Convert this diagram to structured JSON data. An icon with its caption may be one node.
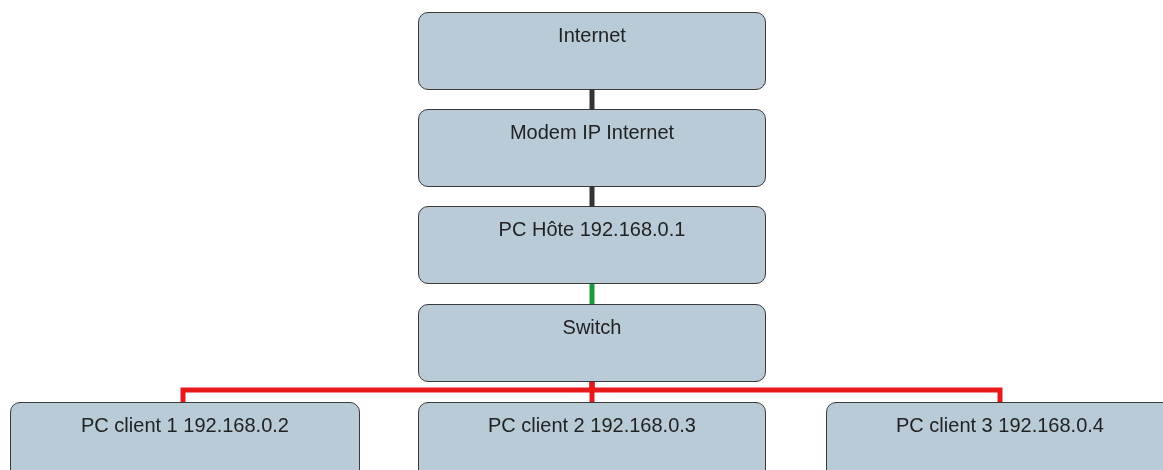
{
  "diagram": {
    "nodes": [
      {
        "text": [
          "Internet"
        ]
      },
      {
        "text": [
          "Modem IP Internet"
        ]
      },
      {
        "text": [
          "PC Hôte 192.168.0.1"
        ]
      },
      {
        "text": [
          "Switch"
        ]
      },
      {
        "text": [
          "PC client 1 192.168.0.2"
        ]
      },
      {
        "text": [
          "PC client 2 192.168.0.3"
        ]
      },
      {
        "text": [
          "PC client 3 192.168.0.4"
        ]
      }
    ],
    "edges": [
      {
        "from": 0,
        "to": 1,
        "arrow": "none",
        "color": "#333333"
      },
      {
        "from": 1,
        "to": 2,
        "arrow": "none",
        "color": "#333333"
      },
      {
        "from": 2,
        "to": 3,
        "arrow": "none",
        "color": "#1a9a3c"
      },
      {
        "from": 3,
        "to": 4,
        "arrow": "none"
      },
      {
        "from": 3,
        "to": 5,
        "arrow": "none"
      },
      {
        "from": 3,
        "to": 6,
        "arrow": "none"
      }
    ]
  }
}
